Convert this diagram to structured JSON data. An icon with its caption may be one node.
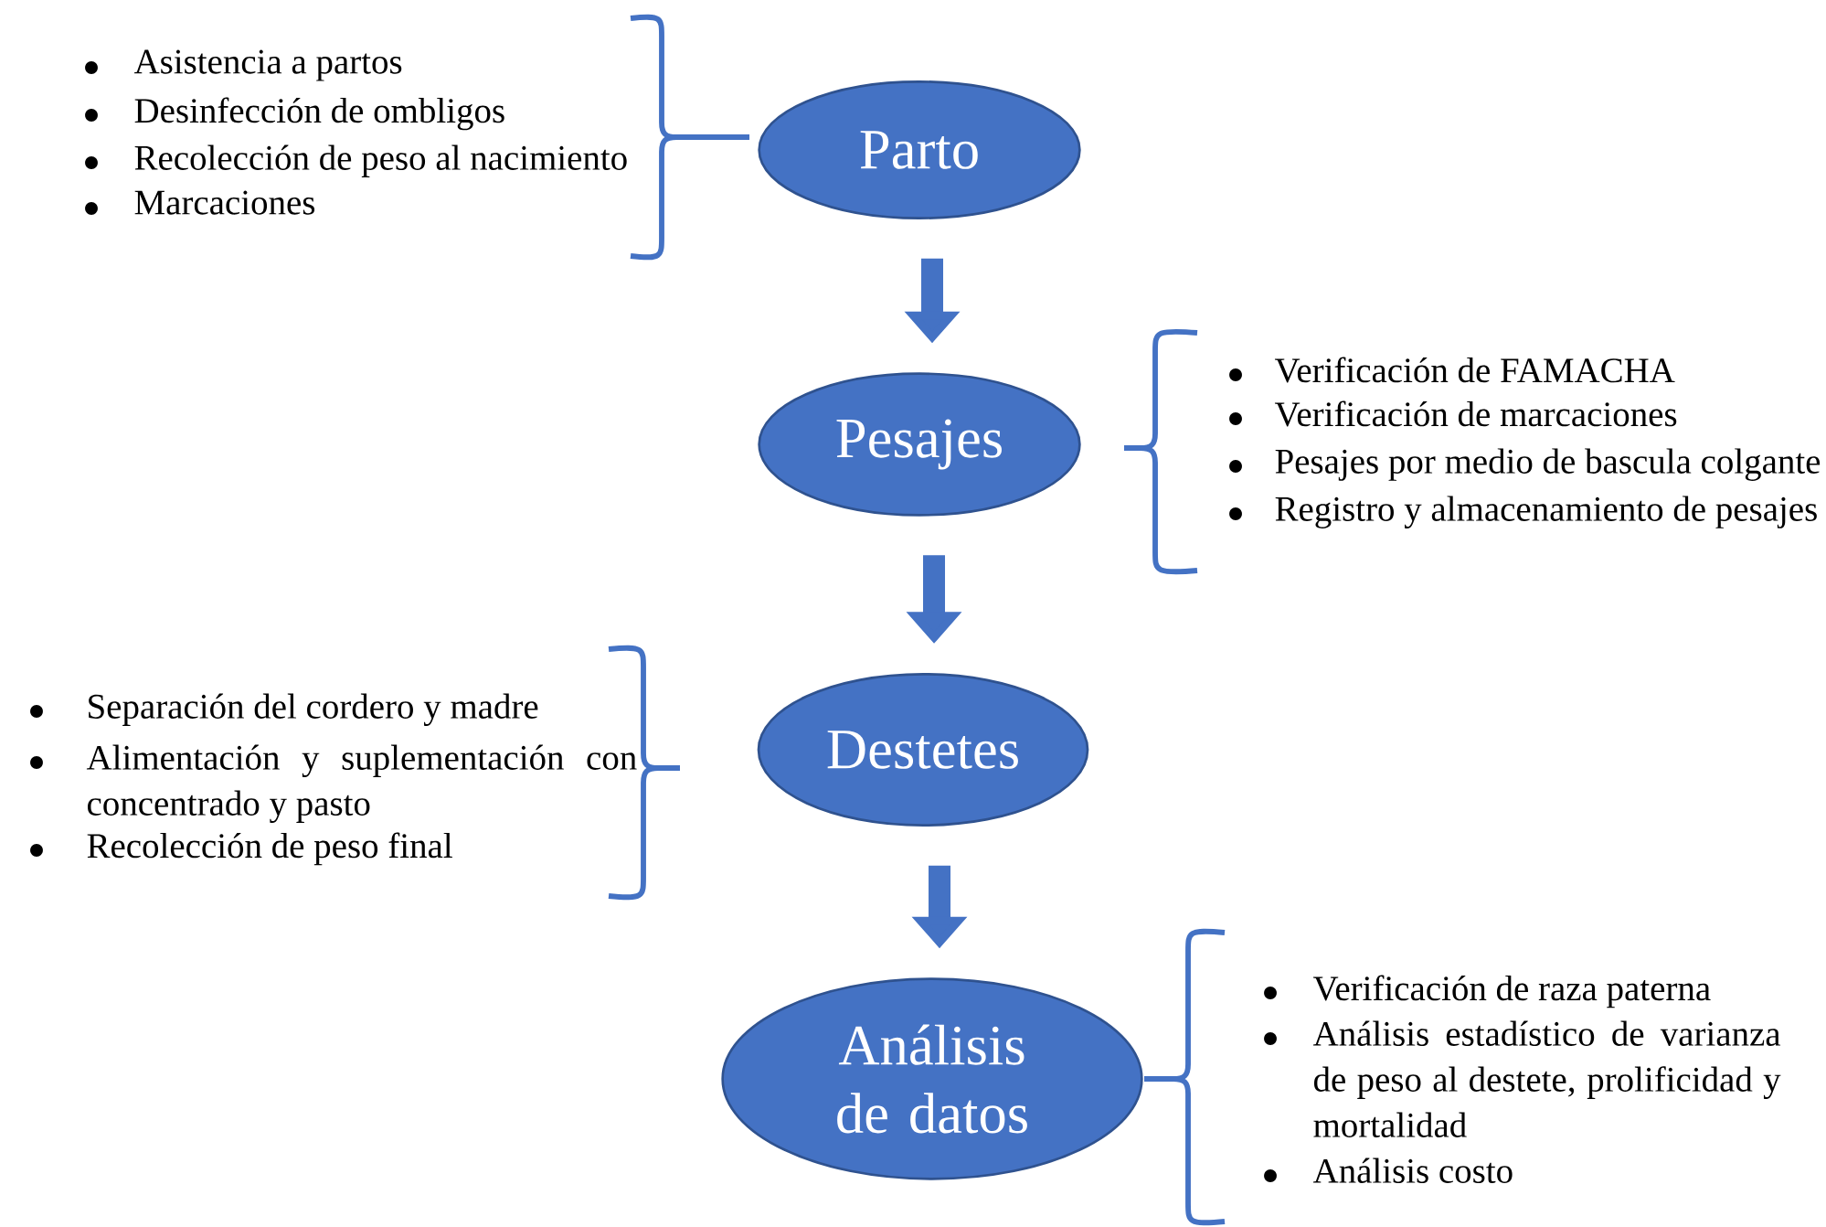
{
  "diagram": {
    "nodes": [
      {
        "text": [
          "Parto"
        ],
        "beside": [
          "Asistencia a partos",
          "Desinfección de ombligos",
          "Recolección de peso al nacimiento",
          "Marcaciones"
        ]
      },
      {
        "text": [
          "Pesajes"
        ],
        "beside": [
          "Verificación de FAMACHA",
          "Verificación de marcaciones",
          "Pesajes por medio de bascula colgante",
          "Registro y almacenamiento de pesajes"
        ]
      },
      {
        "text": [
          "Destetes"
        ],
        "beside": [
          "Separación del cordero y madre",
          "Alimentación y suplementación con concentrado y pasto",
          "Recolección de peso final"
        ]
      },
      {
        "text": [
          "Análisis de datos"
        ],
        "beside": [
          "Verificación de raza paterna",
          "Análisis estadístico de varianza de peso al destete, prolificidad y mortalidad",
          "Análisis costo"
        ]
      }
    ],
    "edges": [
      {
        "from": 0,
        "to": 1,
        "arrow": "to"
      },
      {
        "from": 1,
        "to": 2,
        "arrow": "to"
      },
      {
        "from": 2,
        "to": 3,
        "arrow": "to"
      }
    ]
  }
}
